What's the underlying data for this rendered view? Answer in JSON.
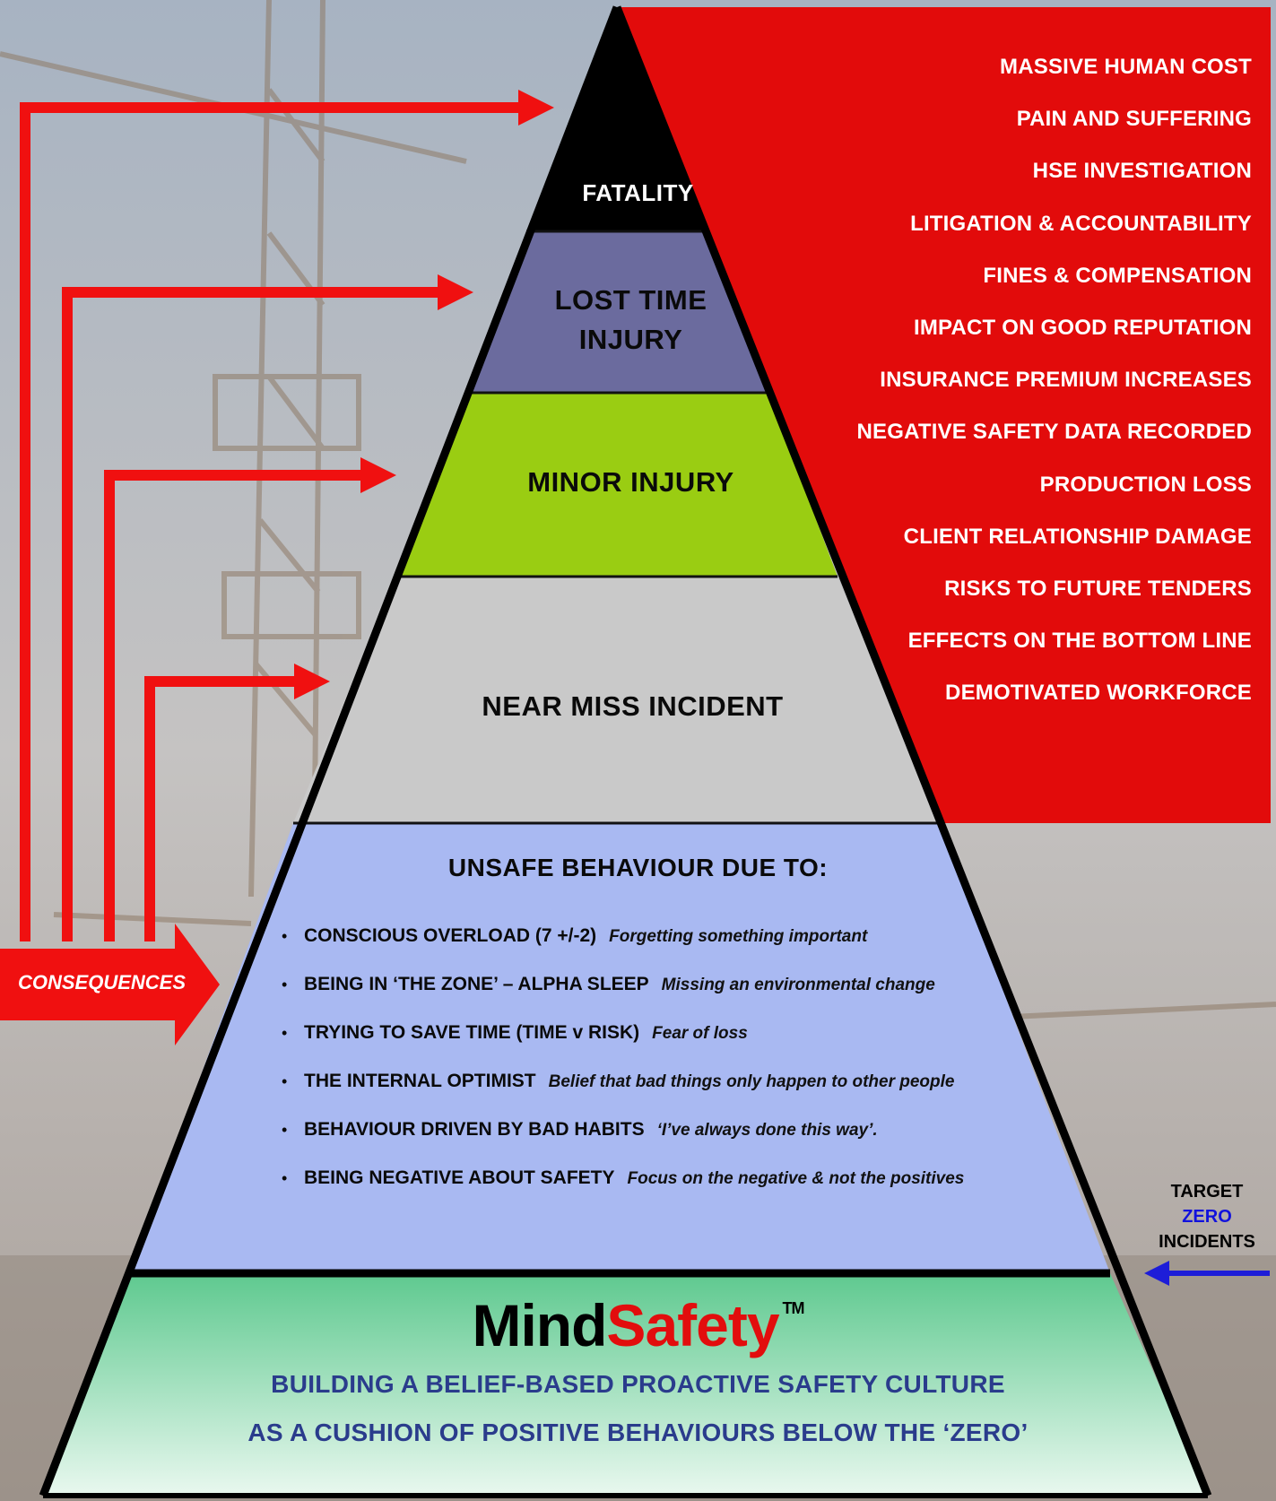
{
  "pyramid": {
    "levels": [
      {
        "id": "fatality",
        "lines": [
          "FATALITY"
        ],
        "color": "#000000",
        "text_color": "#ffffff"
      },
      {
        "id": "lost-time-injury",
        "lines": [
          "LOST TIME",
          "INJURY"
        ],
        "color": "#6b6b9e",
        "text_color": "#0a0a0a"
      },
      {
        "id": "minor-injury",
        "lines": [
          "MINOR INJURY"
        ],
        "color": "#9acd12",
        "text_color": "#0a0a0a"
      },
      {
        "id": "near-miss-incident",
        "lines": [
          "NEAR MISS INCIDENT"
        ],
        "color": "#c9c9c9",
        "text_color": "#0a0a0a"
      }
    ],
    "unsafe_behaviour": {
      "heading": "UNSAFE BEHAVIOUR DUE TO:",
      "color": "#a9b9f2",
      "items": [
        {
          "main": "CONSCIOUS OVERLOAD  (7 +/-2)",
          "note": "Forgetting something important"
        },
        {
          "main": "BEING IN ‘THE ZONE’ – ALPHA SLEEP",
          "note": "Missing an environmental change"
        },
        {
          "main": "TRYING TO SAVE TIME (TIME v RISK)",
          "note": "Fear of loss"
        },
        {
          "main": "THE INTERNAL OPTIMIST",
          "note": "Belief that bad things only happen to other people"
        },
        {
          "main": "BEHAVIOUR DRIVEN BY BAD HABITS",
          "note": "‘I’ve always done this way’."
        },
        {
          "main": "BEING NEGATIVE ABOUT SAFETY",
          "note": "Focus on the negative & not the positives"
        }
      ]
    },
    "foundation": {
      "brand_part1": "Mind",
      "brand_part2": "Safety",
      "trademark": "TM",
      "tagline_1": "BUILDING A BELIEF-BASED PROACTIVE SAFETY CULTURE",
      "tagline_2": "AS A CUSHION OF POSITIVE BEHAVIOURS BELOW THE ‘ZERO’",
      "color_top": "#5ec98f",
      "color_bottom": "#e9f8ef"
    }
  },
  "consequences": {
    "label": "CONSEQUENCES",
    "panel_color": "#e20b0b",
    "arrow_color": "#f01010",
    "items": [
      "MASSIVE HUMAN COST",
      "PAIN AND SUFFERING",
      "HSE INVESTIGATION",
      "LITIGATION & ACCOUNTABILITY",
      "FINES & COMPENSATION",
      "IMPACT ON GOOD REPUTATION",
      "INSURANCE PREMIUM INCREASES",
      "NEGATIVE SAFETY DATA RECORDED",
      "PRODUCTION LOSS",
      "CLIENT RELATIONSHIP DAMAGE",
      "RISKS TO FUTURE TENDERS",
      "EFFECTS ON THE BOTTOM LINE",
      "DEMOTIVATED WORKFORCE"
    ]
  },
  "target": {
    "line1": "TARGET",
    "line2": "ZERO",
    "line3": "INCIDENTS",
    "arrow_color": "#1d1dd8"
  }
}
